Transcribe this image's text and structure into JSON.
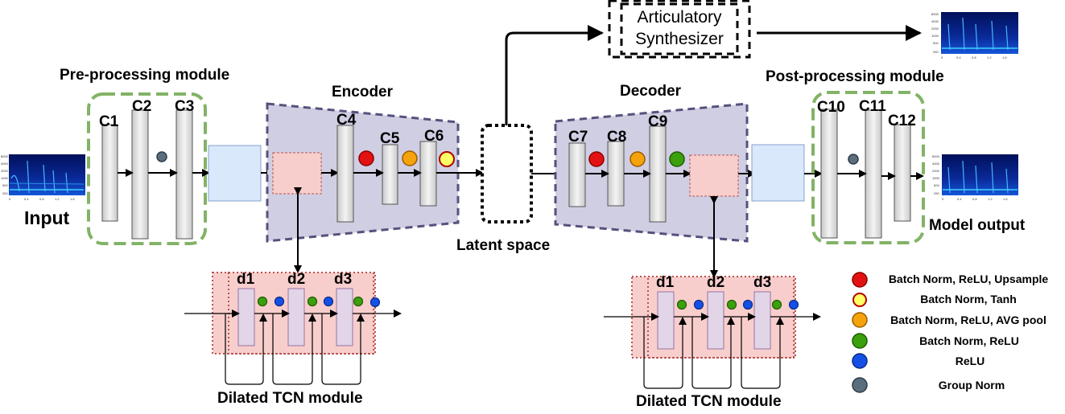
{
  "titles": {
    "preprocessing": "Pre-processing module",
    "encoder": "Encoder",
    "decoder": "Decoder",
    "postprocessing": "Post-processing module",
    "latent": "Latent space",
    "input": "Input",
    "output": "Model output",
    "synth_line1": "Articulatory",
    "synth_line2": "Synthesizer"
  },
  "conv_labels": {
    "c1": "C1",
    "c2": "C2",
    "c3": "C3",
    "c4": "C4",
    "c5": "C5",
    "c6": "C6",
    "c7": "C7",
    "c8": "C8",
    "c9": "C9",
    "c10": "C10",
    "c11": "C11",
    "c12": "C12"
  },
  "tcn": {
    "title": "Dilated TCN module",
    "d1": "d1",
    "d2": "d2",
    "d3": "d3"
  },
  "legend": [
    {
      "label": "Batch Norm, ReLU, Upsample",
      "color": "#e31212",
      "stroke": "#8b0000",
      "icon": "red-dot"
    },
    {
      "label": "Batch Norm, Tanh",
      "color": "#ffff66",
      "stroke": "#b00000",
      "icon": "yellow-dot"
    },
    {
      "label": "Batch Norm, ReLU, AVG pool",
      "color": "#f5a30c",
      "stroke": "#9a5b00",
      "icon": "orange-dot"
    },
    {
      "label": "Batch Norm, ReLU",
      "color": "#3aa10c",
      "stroke": "#1f5b00",
      "icon": "green-dot"
    },
    {
      "label": "ReLU",
      "color": "#1450e6",
      "stroke": "#0b2a88",
      "icon": "blue-dot"
    },
    {
      "label": "Group Norm",
      "color": "#5b6e7e",
      "stroke": "#2f3b47",
      "icon": "gray-dot"
    }
  ],
  "spectrogram_ticks": {
    "y": [
      "8000",
      "4000",
      "2000",
      "1000",
      "500",
      "250"
    ],
    "x": [
      "0",
      "0.4",
      "0.8",
      "1.2",
      "1.6"
    ]
  }
}
